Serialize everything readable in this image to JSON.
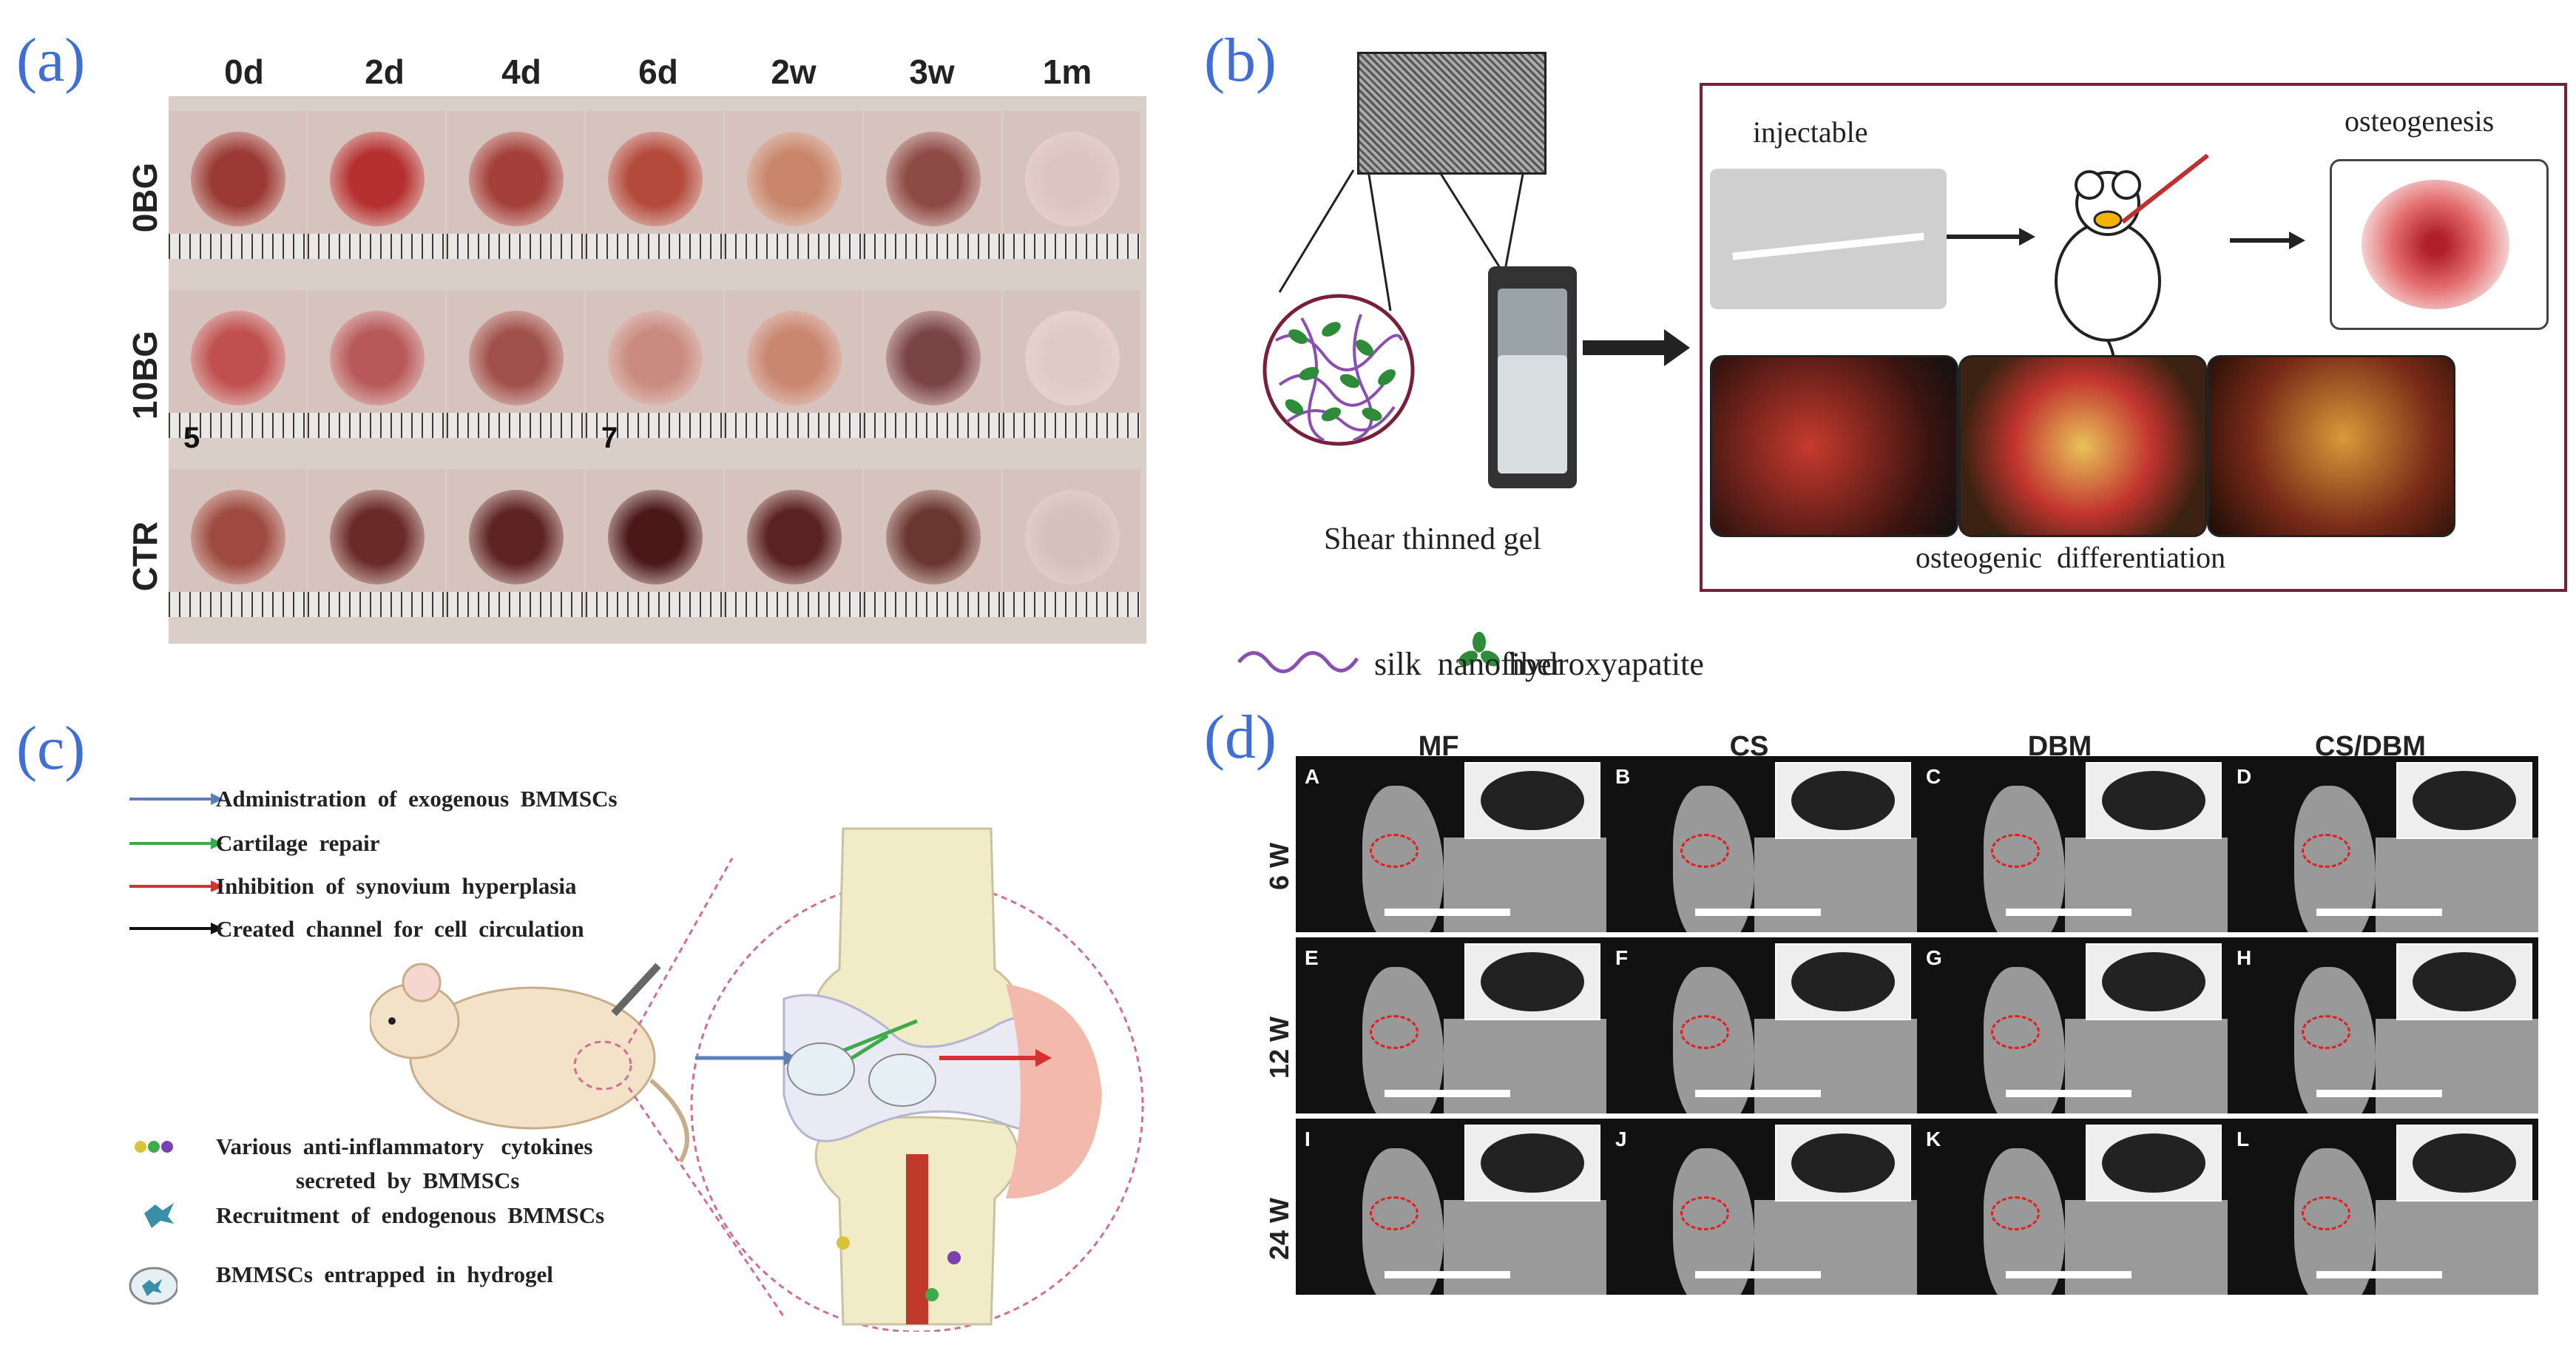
{
  "panels": {
    "a": {
      "label": "(a)",
      "columns": [
        "0d",
        "2d",
        "4d",
        "6d",
        "2w",
        "3w",
        "1m"
      ],
      "rows": [
        "0BG",
        "10BG",
        "CTR"
      ],
      "ruler_numbers": [
        "5",
        "7"
      ]
    },
    "b": {
      "label": "(b)",
      "gel_caption": "Shear thinned gel",
      "injectable": "injectable",
      "osteogenesis": "osteogenesis",
      "differentiation": "osteogenic  differentiation",
      "legend": {
        "fiber": "silk  nanofiber",
        "ha": "hydroxyapatite"
      }
    },
    "c": {
      "label": "(c)",
      "legend": [
        "Administration  of  exogenous  BMMSCs",
        "Cartilage  repair",
        "Inhibition  of  synovium  hyperplasia",
        "Created  channel  for  cell  circulation"
      ],
      "cytokines_line1": "Various  anti-inflammatory   cytokines",
      "cytokines_line2": "secreted  by  BMMSCs",
      "recruit": "Recruitment  of  endogenous  BMMSCs",
      "entrapped": "BMMSCs  entrapped  in  hydrogel"
    },
    "d": {
      "label": "(d)",
      "columns": [
        "MF",
        "CS",
        "DBM",
        "CS/DBM"
      ],
      "rows": [
        "6 W",
        "12 W",
        "24 W"
      ],
      "letters": [
        "A",
        "B",
        "C",
        "D",
        "E",
        "F",
        "G",
        "H",
        "I",
        "J",
        "K",
        "L"
      ]
    }
  },
  "colors": {
    "panel_label": "#3f6fd6",
    "arrow_blue": "#5b7fb8",
    "arrow_green": "#3faa4a",
    "arrow_red": "#d63030",
    "arrow_black": "#111111",
    "frame_b": "#7a1f3b",
    "fiber": "#8a4fb0",
    "ha": "#2e8b3a"
  }
}
